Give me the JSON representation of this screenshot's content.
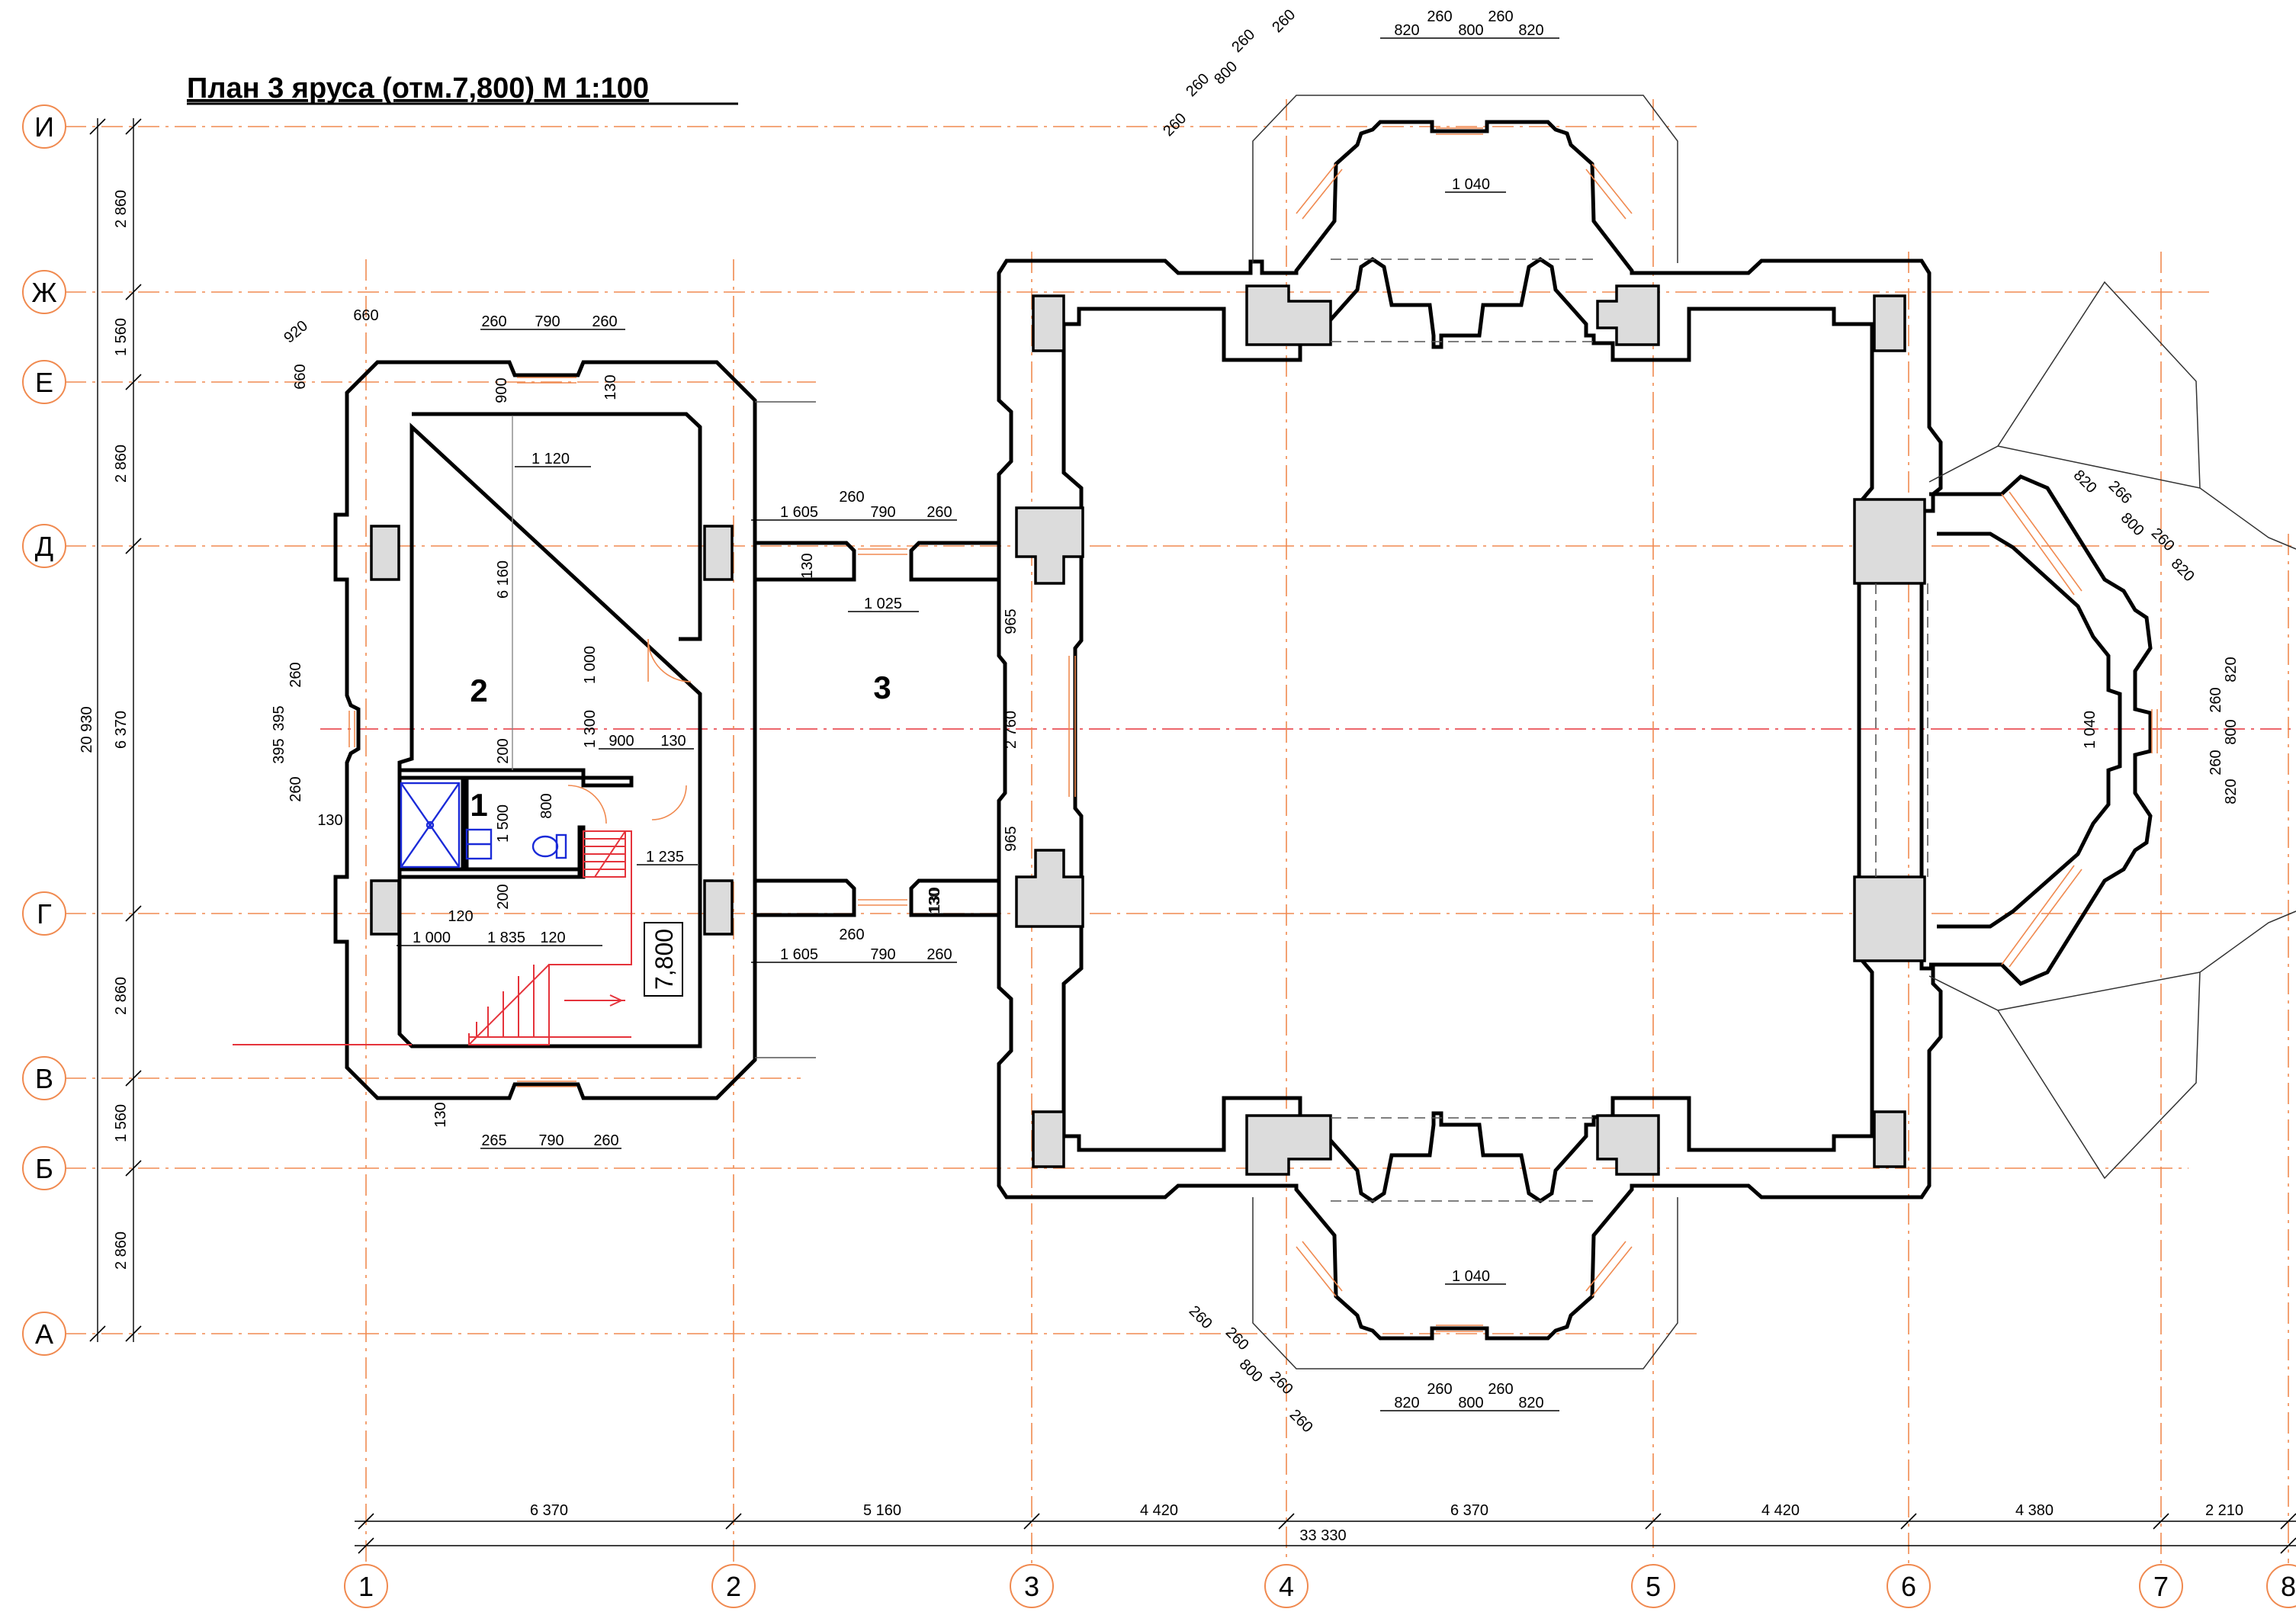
{
  "title": "План 3 яруса (отм.7,800)    М 1:100",
  "row_axes": [
    "И",
    "Ж",
    "Е",
    "Д",
    "Г",
    "В",
    "Б",
    "А"
  ],
  "column_axes": [
    "1",
    "2",
    "3",
    "4",
    "5",
    "6",
    "7",
    "8"
  ],
  "rooms": [
    "1",
    "2",
    "3"
  ],
  "level_mark": "7,800",
  "left_dimensions": {
    "segments": [
      "2 860",
      "1 560",
      "2 860",
      "6 370",
      "2 860",
      "1 560",
      "2 860"
    ],
    "overall": "20 930"
  },
  "bottom_dimensions": {
    "segments": [
      "6 370",
      "5 160",
      "4 420",
      "6 370",
      "4 420",
      "4 380",
      "2 210"
    ],
    "overall": "33 330"
  },
  "annotations": [
    "920",
    "660",
    "660",
    "260",
    "790",
    "260",
    "900",
    "130",
    "1 120",
    "6 160",
    "1 605",
    "260",
    "790",
    "260",
    "130",
    "1 025",
    "965",
    "2 760",
    "965",
    "1 000",
    "1 300",
    "900",
    "130",
    "200",
    "1 500",
    "800",
    "1 235",
    "200",
    "395",
    "395",
    "260",
    "260",
    "130",
    "120",
    "1 000",
    "1 835",
    "120",
    "1 605",
    "260",
    "790",
    "260",
    "130",
    "265",
    "790",
    "260",
    "130",
    "820",
    "260",
    "800",
    "260",
    "820",
    "1 040",
    "260",
    "800",
    "260",
    "260",
    "260",
    "820",
    "260",
    "800",
    "260",
    "820",
    "1 040",
    "260",
    "260",
    "800",
    "260",
    "260",
    "820",
    "266",
    "800",
    "260",
    "820",
    "820",
    "260",
    "800",
    "260",
    "820",
    "1 040",
    "130"
  ]
}
